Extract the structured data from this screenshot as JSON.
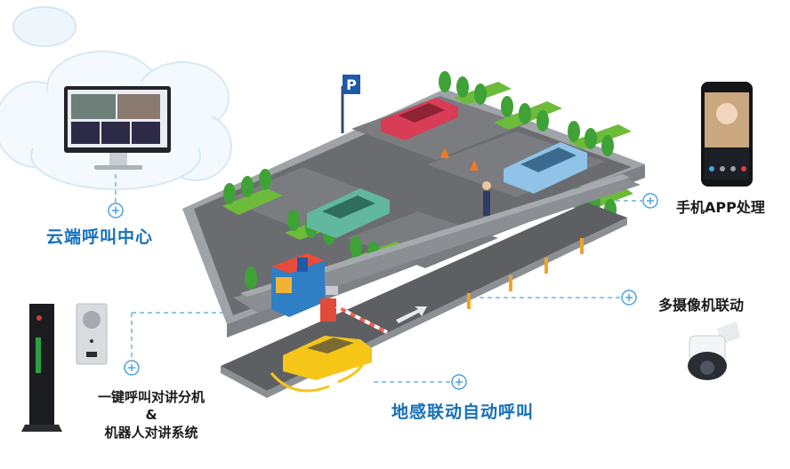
{
  "labels": {
    "cloud_center": "云端呼叫中心",
    "app_handling": "手机APP处理",
    "camera_linkage": "多摄像机联动",
    "ground_sensor": "地感联动自动呼叫",
    "intercom_line1": "一键呼叫对讲分机",
    "intercom_line2": "&",
    "intercom_line3": "机器人对讲系统"
  },
  "parking_sign": "P",
  "colors": {
    "accent": "#1670b8",
    "road": "#5d5f63",
    "lot_border": "#9ea2a7",
    "lot_surface": "#696b6f",
    "plus_line": "#4aa3dc"
  }
}
